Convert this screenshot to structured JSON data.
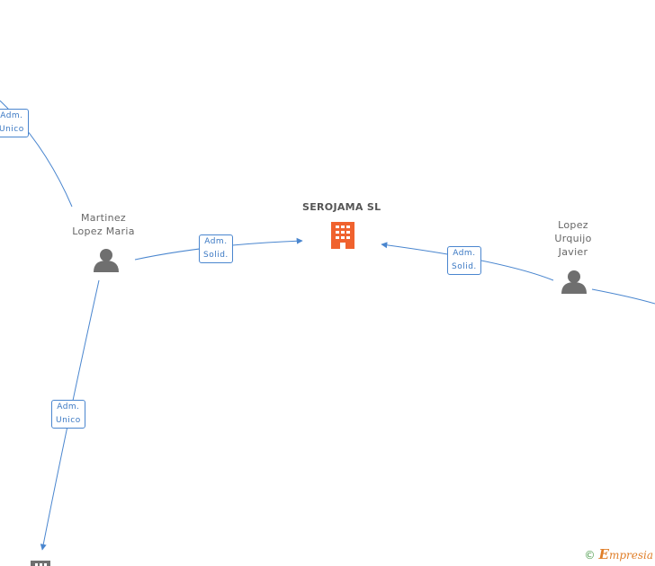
{
  "company": {
    "name": "SEROJAMA SL",
    "icon": "building-icon",
    "color": "#f0622e"
  },
  "persons": [
    {
      "id": "martinez",
      "lines": [
        "Martinez",
        "Lopez Maria"
      ],
      "icon": "person-icon"
    },
    {
      "id": "lopez",
      "lines": [
        "Lopez",
        "Urquijo",
        "Javier"
      ],
      "icon": "person-icon"
    }
  ],
  "edge_labels": [
    {
      "id": "top-left",
      "lines": [
        "Adm.",
        "Unico"
      ]
    },
    {
      "id": "martinez-company",
      "lines": [
        "Adm.",
        "Solid."
      ]
    },
    {
      "id": "lopez-company",
      "lines": [
        "Adm.",
        "Solid."
      ]
    },
    {
      "id": "bottom-left",
      "lines": [
        "Adm.",
        "Unico"
      ]
    }
  ],
  "colors": {
    "edge": "#4a86cf",
    "person": "#6f6f6f",
    "offscreen_company": "#6f6f6f"
  },
  "brand": {
    "copyright": "©",
    "initial": "E",
    "rest": "mpresia"
  }
}
